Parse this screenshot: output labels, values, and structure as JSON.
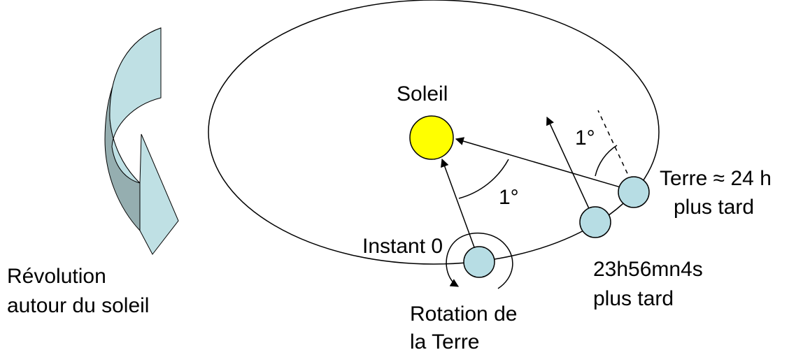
{
  "diagram": {
    "sun_label": "Soleil",
    "angle_label_sun": "1°",
    "angle_label_earth": "1°",
    "instant_label": "Instant 0",
    "earth_later_label_line1": "Terre ≈ 24 h",
    "earth_later_label_line2": "plus tard",
    "sidereal_label_line1": "23h56mn4s",
    "sidereal_label_line2": "plus tard",
    "rotation_label_line1": "Rotation de",
    "rotation_label_line2": "la Terre",
    "revolution_label_line1": "Révolution",
    "revolution_label_line2": "autour du soleil"
  },
  "colors": {
    "sun_fill": "#ffff00",
    "earth_fill": "#b7dde4",
    "arrow_dark": "#95aeb0",
    "arrow_light": "#bfe0e4",
    "stroke": "#000000"
  }
}
